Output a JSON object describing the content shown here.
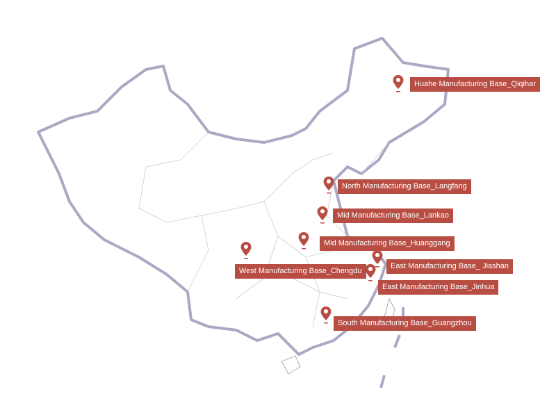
{
  "accent": "#b84e43",
  "markers": [
    {
      "name": "Huahe Manufacturing Base_Qiqihar",
      "icon": "map-pin-icon"
    },
    {
      "name": "North Manufacturing Base_Langfang",
      "icon": "map-pin-icon"
    },
    {
      "name": "Mid Manufacturing Base_Lankao",
      "icon": "map-pin-icon"
    },
    {
      "name": "Mid Manufacturing Base_Huanggang",
      "icon": "map-pin-icon"
    },
    {
      "name": "West Manufacturing Base_Chengdu",
      "icon": "map-pin-icon"
    },
    {
      "name": "East Manufacturing Base_ Jiashan",
      "icon": "map-pin-icon"
    },
    {
      "name": "East Manufacturing Base_Jinhua",
      "icon": "map-pin-icon"
    },
    {
      "name": "South Manufacturing Base_Guangzhou",
      "icon": "map-pin-icon"
    }
  ]
}
